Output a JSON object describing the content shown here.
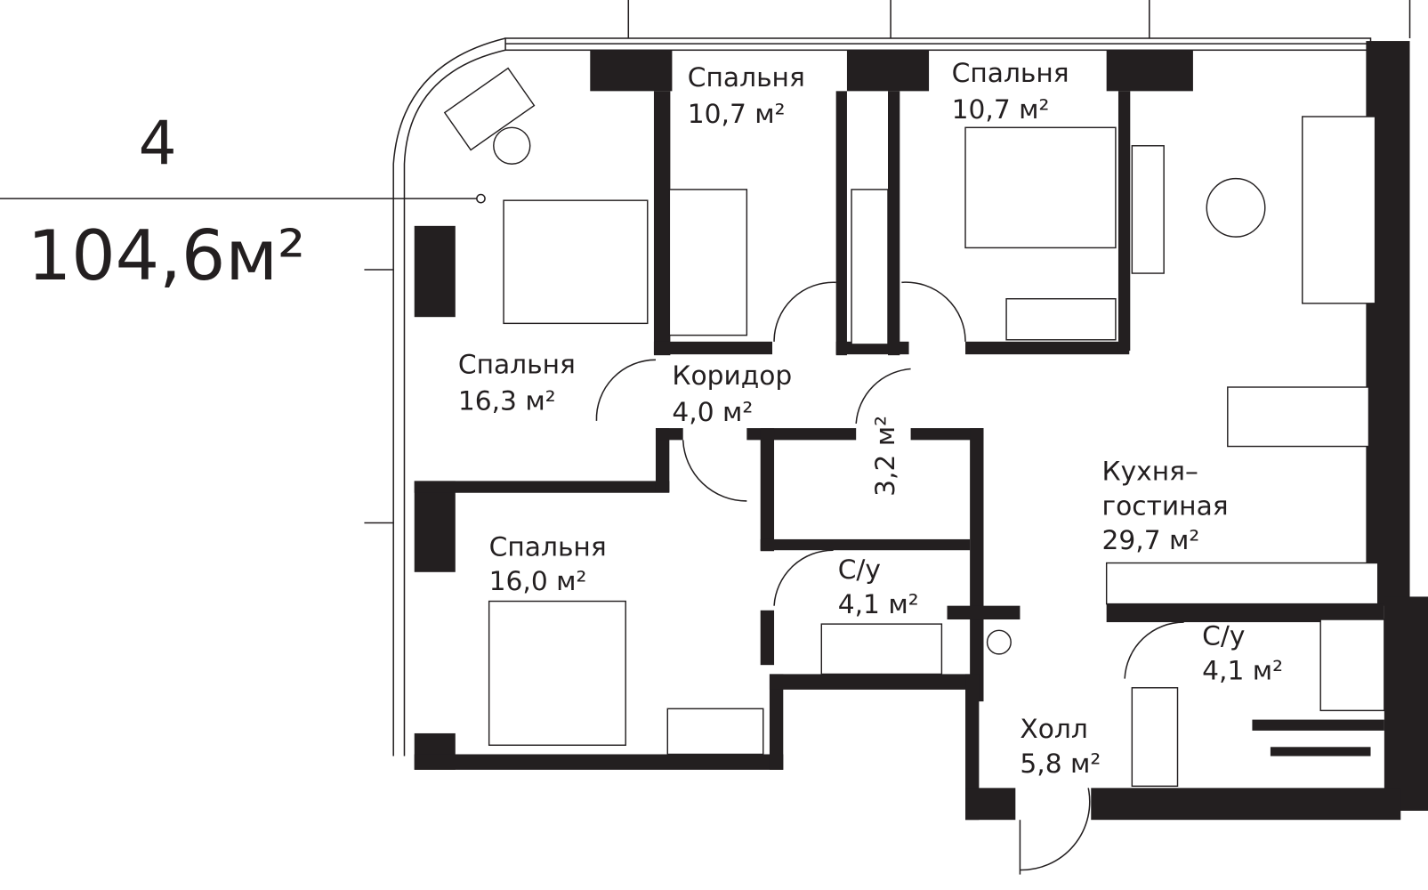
{
  "apartment": {
    "rooms_count": "4",
    "total_area": "104,6м²"
  },
  "rooms": [
    {
      "name": "Спальня",
      "area": "10,7 м²"
    },
    {
      "name": "Спальня",
      "area": "10,7 м²"
    },
    {
      "name": "Спальня",
      "area": "16,3 м²"
    },
    {
      "name": "Коридор",
      "area": "4,0 м²"
    },
    {
      "name": "",
      "area": "3,2 м²"
    },
    {
      "name": "Кухня–",
      "name2": "гостиная",
      "area": "29,7 м²"
    },
    {
      "name": "Спальня",
      "area": "16,0 м²"
    },
    {
      "name": "С/у",
      "area": "4,1 м²"
    },
    {
      "name": "С/у",
      "area": "4,1 м²"
    },
    {
      "name": "Холл",
      "area": "5,8 м²"
    }
  ],
  "colors": {
    "wall": "#231f20",
    "background": "#ffffff"
  }
}
